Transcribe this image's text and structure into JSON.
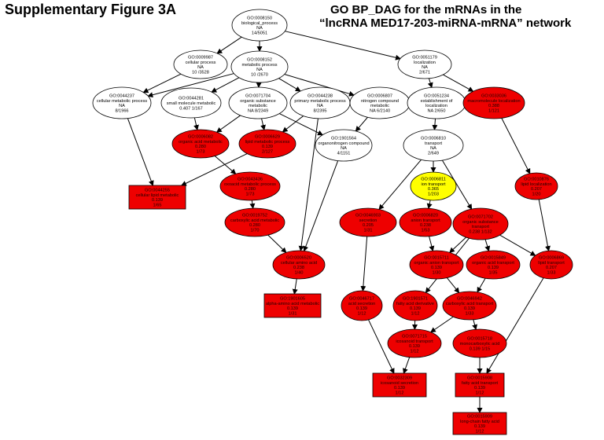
{
  "figure_label": "Supplementary Figure 3A",
  "title_line1": "GO BP_DAG for the mRNAs in the",
  "title_line2": "“lncRNA MED17-203-miRNA-mRNA” network",
  "colors": {
    "white": "#ffffff",
    "red": "#ee0000",
    "yellow": "#ffff00",
    "stroke": "#000000"
  },
  "nodes": [
    {
      "id": "n8150",
      "shape": "ellipse",
      "color": "white",
      "lines": [
        "GO:0008150",
        "biological_process",
        "NA",
        "14/5051"
      ]
    },
    {
      "id": "n9987",
      "shape": "ellipse",
      "color": "white",
      "lines": [
        "GO:0009987",
        "cellular process",
        "NA",
        "10 /3528"
      ]
    },
    {
      "id": "n8152",
      "shape": "ellipse",
      "color": "white",
      "lines": [
        "GO:0008152",
        "metabolic process",
        "NA",
        "10 /2670"
      ]
    },
    {
      "id": "n51179",
      "shape": "ellipse",
      "color": "white",
      "lines": [
        "GO:0051179",
        "localization",
        "NA",
        "2/671"
      ]
    },
    {
      "id": "n44237",
      "shape": "ellipse",
      "color": "white",
      "lines": [
        "GO:0044237",
        "cellular metabolic process",
        "NA",
        "8/1966"
      ]
    },
    {
      "id": "n44281",
      "shape": "ellipse",
      "color": "white",
      "lines": [
        "GO:0044281",
        "small molecule metabolic",
        "0.407 1/167"
      ]
    },
    {
      "id": "n71704",
      "shape": "ellipse",
      "color": "white",
      "lines": [
        "GO:0071704",
        "organic substance",
        "metabolic",
        "NA 8/2349"
      ]
    },
    {
      "id": "n44238",
      "shape": "ellipse",
      "color": "white",
      "lines": [
        "GO:0044238",
        "primary metabolic process",
        "NA",
        "8/2395"
      ]
    },
    {
      "id": "n6807",
      "shape": "ellipse",
      "color": "white",
      "lines": [
        "GO:0006807",
        "nitrogen compound",
        "metabolic",
        "NA 6/2140"
      ]
    },
    {
      "id": "n51234",
      "shape": "ellipse",
      "color": "white",
      "lines": [
        "GO:0051234",
        "establishment of",
        "localization",
        "NA 2/650"
      ]
    },
    {
      "id": "n33036",
      "shape": "ellipse",
      "color": "red",
      "lines": [
        "GO:0033036",
        "macromolecule localization",
        "0.388",
        "1/121"
      ]
    },
    {
      "id": "n6082",
      "shape": "ellipse",
      "color": "red",
      "lines": [
        "GO:0006082",
        "organic acid metabolic",
        "0.280",
        "1/73"
      ]
    },
    {
      "id": "n6629",
      "shape": "ellipse",
      "color": "red",
      "lines": [
        "GO:0006629",
        "lipid metabolic process",
        "0.139",
        "2/127"
      ]
    },
    {
      "id": "n1901564",
      "shape": "ellipse",
      "color": "white",
      "lines": [
        "GO:1901564",
        "organonitrogen compound",
        "NA",
        "4/1151"
      ]
    },
    {
      "id": "n6810",
      "shape": "ellipse",
      "color": "white",
      "lines": [
        "GO:0006810",
        "transport",
        "NA",
        "2/649"
      ]
    },
    {
      "id": "n44255",
      "shape": "rect",
      "color": "red",
      "lines": [
        "GO:0044255",
        "cellular lipid metabolic",
        "0.139",
        "1/65"
      ]
    },
    {
      "id": "n43436",
      "shape": "ellipse",
      "color": "red",
      "lines": [
        "GO:0043436",
        "oxoacid metabolic process",
        "0.280",
        "1/73"
      ]
    },
    {
      "id": "n6811",
      "shape": "ellipse",
      "color": "yellow",
      "lines": [
        "GO:0006811",
        "ion transport",
        "0.365",
        "1/203"
      ]
    },
    {
      "id": "n10876",
      "shape": "ellipse",
      "color": "red",
      "lines": [
        "GO:0010876",
        "lipid localization",
        "0.207",
        "1/20"
      ]
    },
    {
      "id": "n19752",
      "shape": "ellipse",
      "color": "red",
      "lines": [
        "GO:0019752",
        "carboxylic acid metabolic",
        "0.280",
        "1/70"
      ]
    },
    {
      "id": "n46903",
      "shape": "ellipse",
      "color": "red",
      "lines": [
        "GO:0046903",
        "secretion",
        "0.205",
        "1/31"
      ]
    },
    {
      "id": "n6820",
      "shape": "ellipse",
      "color": "red",
      "lines": [
        "GO:0006820",
        "anion transport",
        "0.238",
        "1/53"
      ]
    },
    {
      "id": "n71702",
      "shape": "ellipse",
      "color": "red",
      "lines": [
        "GO:0071702",
        "organic substance",
        "transport",
        "0.238 1/132"
      ]
    },
    {
      "id": "n15711",
      "shape": "ellipse",
      "color": "red",
      "lines": [
        "GO:0015711",
        "organic anion transport",
        "0.139",
        "1/30"
      ]
    },
    {
      "id": "n15849",
      "shape": "ellipse",
      "color": "red",
      "lines": [
        "GO:0015849",
        "organic acid transport",
        "0.139",
        "1/35"
      ]
    },
    {
      "id": "n6869",
      "shape": "ellipse",
      "color": "red",
      "lines": [
        "GO:0006869",
        "lipid transport",
        "0.207",
        "1/33"
      ]
    },
    {
      "id": "n6520",
      "shape": "ellipse",
      "color": "red",
      "lines": [
        "GO:0006520",
        "cellular amino acid",
        "0.238",
        "1/40"
      ]
    },
    {
      "id": "n1901605",
      "shape": "rect",
      "color": "red",
      "lines": [
        "GO:1901605",
        "alpha-amino acid metabolic",
        "0.139",
        "1/31"
      ]
    },
    {
      "id": "n46717",
      "shape": "ellipse",
      "color": "red",
      "lines": [
        "GO:0046717",
        "acid secretion",
        "0.139",
        "1/12"
      ]
    },
    {
      "id": "n1901571",
      "shape": "ellipse",
      "color": "red",
      "lines": [
        "GO:1901571",
        "fatty acid derivative",
        "0.139",
        "1/12"
      ]
    },
    {
      "id": "n46942",
      "shape": "ellipse",
      "color": "red",
      "lines": [
        "GO:0046942",
        "carboxylic acid transport",
        "0.139",
        "1/33"
      ]
    },
    {
      "id": "n71715",
      "shape": "ellipse",
      "color": "red",
      "lines": [
        "GO:0071715",
        "icosanoid transport",
        "0.139",
        "1/12"
      ]
    },
    {
      "id": "n15718",
      "shape": "ellipse",
      "color": "red",
      "lines": [
        "GO:0015718",
        "monocarboxylic acid",
        "0.139 1/15"
      ]
    },
    {
      "id": "n32309",
      "shape": "rect",
      "color": "red",
      "lines": [
        "GO:0032309",
        "icosanoid secretion",
        "0.139",
        "1/12"
      ]
    },
    {
      "id": "n15908",
      "shape": "rect",
      "color": "red",
      "lines": [
        "GO:0015908",
        "fatty acid transport",
        "0.139",
        "1/12"
      ]
    },
    {
      "id": "n15909",
      "shape": "rect",
      "color": "red",
      "lines": [
        "GO:0015909",
        "long-chain fatty acid",
        "0.139",
        "1/12"
      ]
    }
  ],
  "edges": [
    [
      "n8150",
      "n9987"
    ],
    [
      "n8150",
      "n8152"
    ],
    [
      "n8150",
      "n51179"
    ],
    [
      "n9987",
      "n44237"
    ],
    [
      "n8152",
      "n44237"
    ],
    [
      "n8152",
      "n44281"
    ],
    [
      "n8152",
      "n71704"
    ],
    [
      "n8152",
      "n44238"
    ],
    [
      "n8152",
      "n6807"
    ],
    [
      "n51179",
      "n51234"
    ],
    [
      "n51179",
      "n33036"
    ],
    [
      "n44237",
      "n44255"
    ],
    [
      "n44281",
      "n6082"
    ],
    [
      "n71704",
      "n6082"
    ],
    [
      "n71704",
      "n6629"
    ],
    [
      "n71704",
      "n1901564"
    ],
    [
      "n44238",
      "n6629"
    ],
    [
      "n44238",
      "n6520"
    ],
    [
      "n6807",
      "n1901564"
    ],
    [
      "n51234",
      "n6810"
    ],
    [
      "n33036",
      "n10876"
    ],
    [
      "n6082",
      "n43436"
    ],
    [
      "n6629",
      "n44255"
    ],
    [
      "n1901564",
      "n6520"
    ],
    [
      "n6810",
      "n6811"
    ],
    [
      "n6810",
      "n46903"
    ],
    [
      "n6810",
      "n71702"
    ],
    [
      "n43436",
      "n19752"
    ],
    [
      "n6811",
      "n6820"
    ],
    [
      "n10876",
      "n6869"
    ],
    [
      "n19752",
      "n6520"
    ],
    [
      "n46903",
      "n46717"
    ],
    [
      "n6820",
      "n15711"
    ],
    [
      "n71702",
      "n15711"
    ],
    [
      "n71702",
      "n15849"
    ],
    [
      "n71702",
      "n6869"
    ],
    [
      "n71702",
      "n1901571"
    ],
    [
      "n15711",
      "n46942"
    ],
    [
      "n15849",
      "n46942"
    ],
    [
      "n6869",
      "n15908"
    ],
    [
      "n6520",
      "n1901605"
    ],
    [
      "n46717",
      "n32309"
    ],
    [
      "n1901571",
      "n71715"
    ],
    [
      "n46942",
      "n71715"
    ],
    [
      "n46942",
      "n15718"
    ],
    [
      "n71715",
      "n32309"
    ],
    [
      "n15718",
      "n15908"
    ],
    [
      "n15908",
      "n15909"
    ]
  ]
}
